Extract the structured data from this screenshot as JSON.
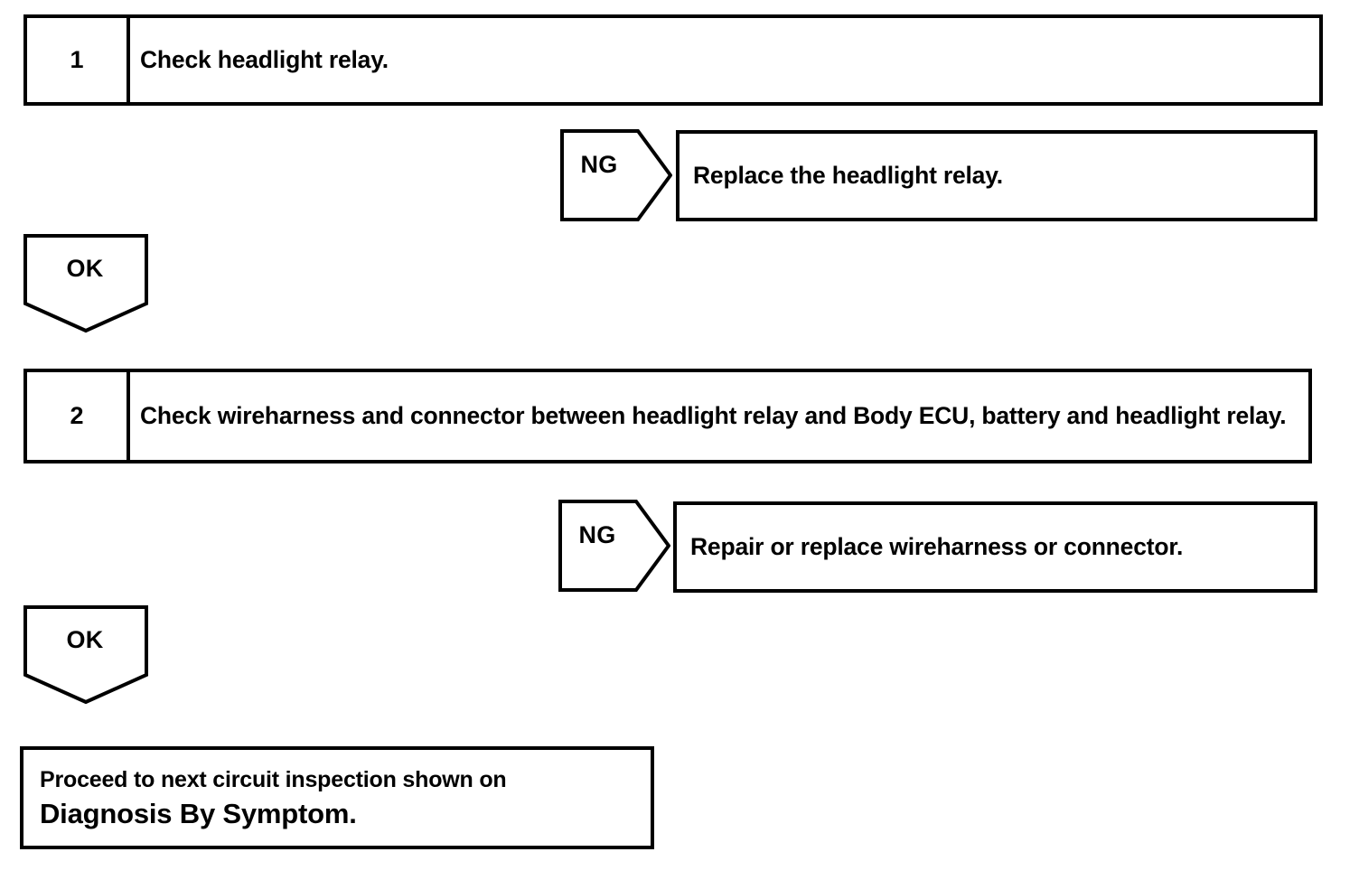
{
  "document": {
    "type": "troubleshooting-flowchart",
    "background_color": "#ffffff",
    "line_color": "#000000"
  },
  "steps": [
    {
      "number": "1",
      "text": "Check headlight relay."
    },
    {
      "number": "2",
      "text": "Check wireharness and connector between headlight relay and Body ECU, battery and headlight relay."
    }
  ],
  "branches": [
    {
      "label": "NG",
      "action": "Replace the headlight relay."
    },
    {
      "label": "NG",
      "action": "Repair or replace wireharness or connector."
    }
  ],
  "ok_connectors": [
    {
      "label": "OK"
    },
    {
      "label": "OK"
    }
  ],
  "terminal": {
    "line1": "Proceed to next circuit inspection shown on",
    "line2": "Diagnosis By Symptom."
  }
}
